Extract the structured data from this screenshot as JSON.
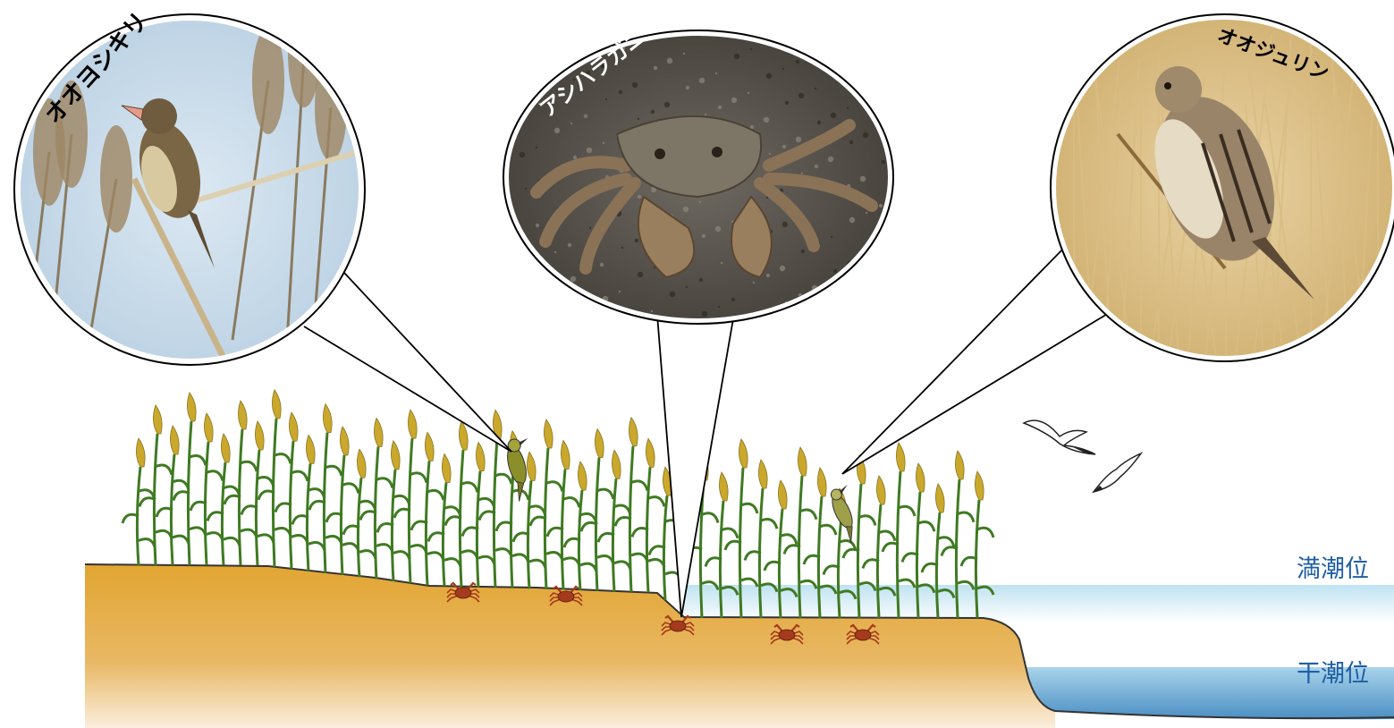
{
  "callouts": [
    {
      "id": "great-reed-warbler",
      "label": "オオヨシキリ"
    },
    {
      "id": "reed-crab",
      "label": "アシハラガニ"
    },
    {
      "id": "reed-bunting",
      "label": "オオジュリン"
    }
  ],
  "tide_levels": {
    "high": "満潮位",
    "low": "干潮位"
  },
  "colors": {
    "ground": "#e3a93a",
    "water_top": "#d7eef7",
    "water_low": "#5b9fcf",
    "reed_stem": "#3f7a22",
    "reed_plume": "#c9a82c",
    "crab": "#a63a1c",
    "tide_text": "#1f5fa6"
  }
}
